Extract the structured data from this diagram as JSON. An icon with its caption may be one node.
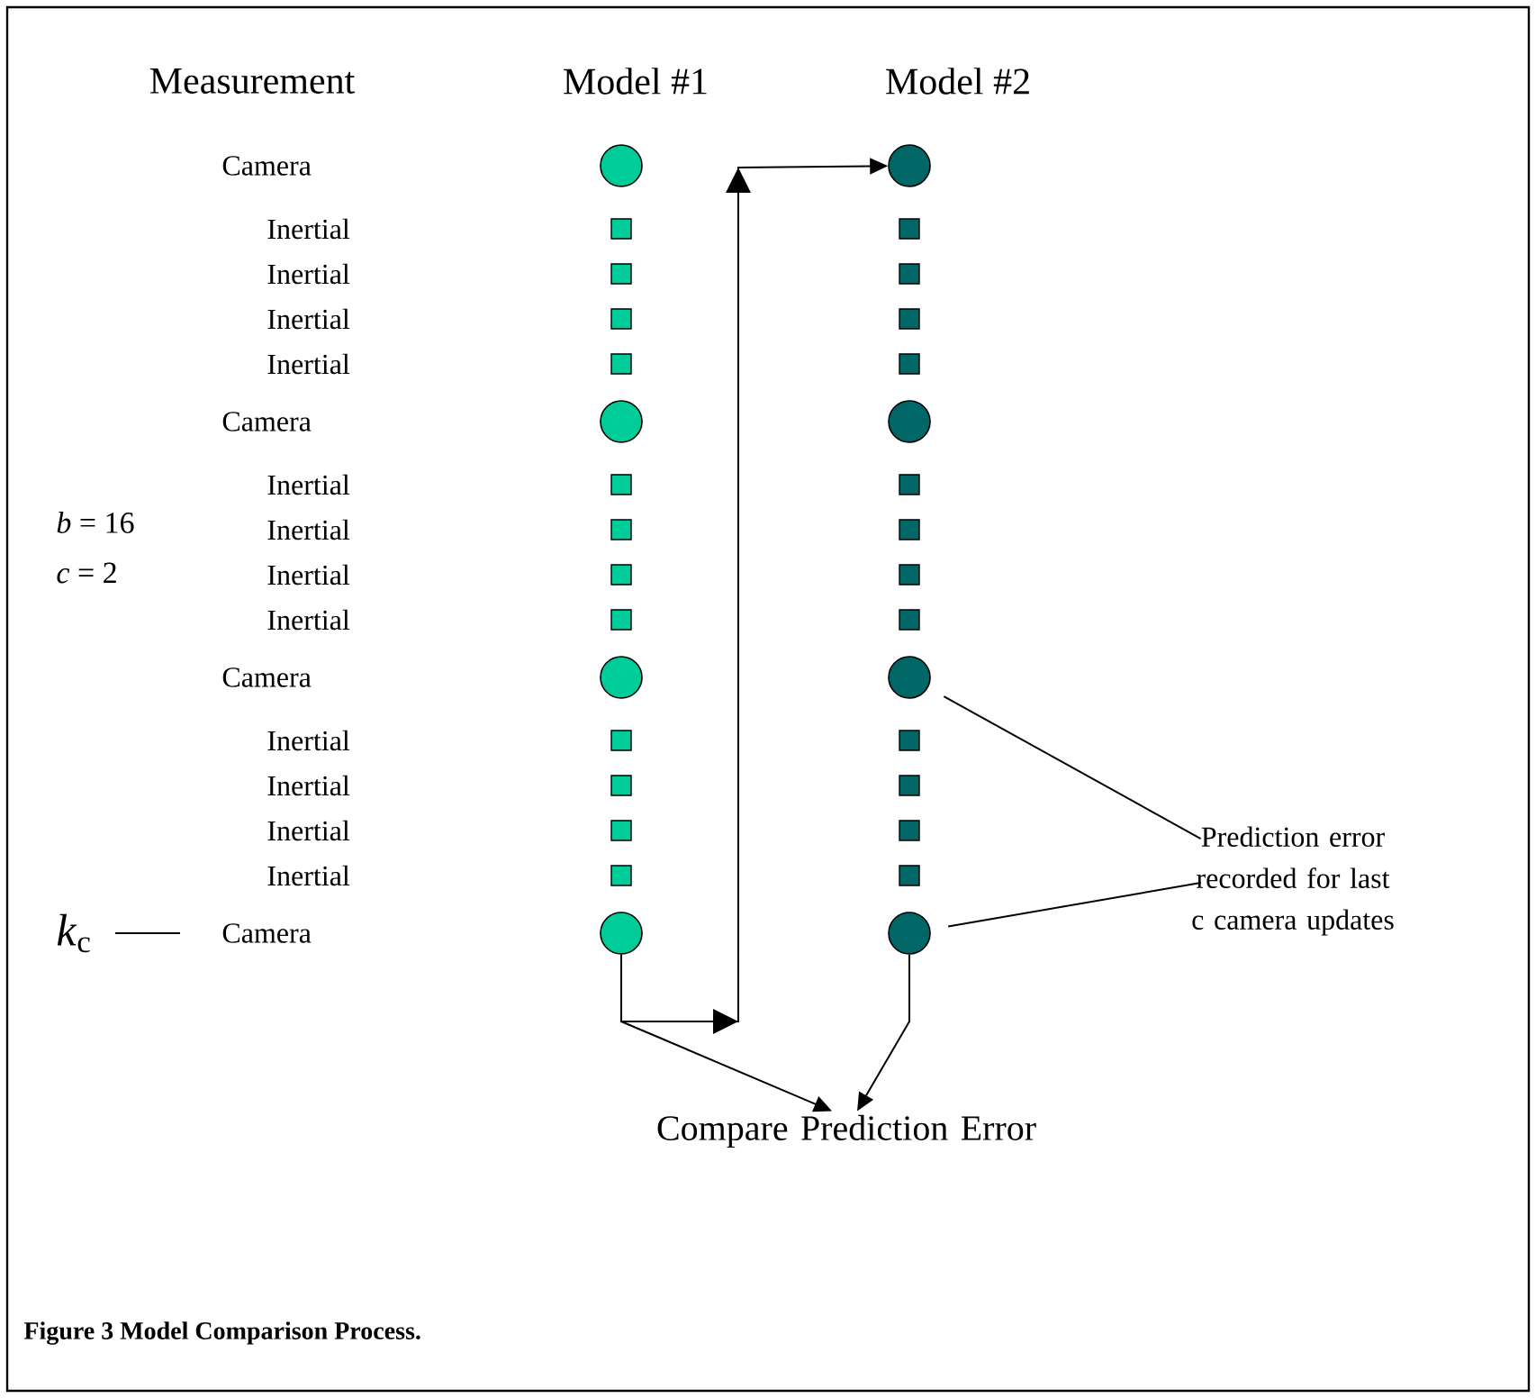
{
  "diagram": {
    "caption": "Figure 3  Model Comparison Process.",
    "nodes": [
      {
        "text": [],
        "shape": "circle"
      },
      {
        "text": [],
        "shape": "box"
      },
      {
        "text": [],
        "shape": "box"
      },
      {
        "text": [],
        "shape": "box"
      },
      {
        "text": [],
        "shape": "box"
      },
      {
        "text": [],
        "shape": "circle"
      },
      {
        "text": [],
        "shape": "box"
      },
      {
        "text": [],
        "shape": "box"
      },
      {
        "text": [],
        "shape": "box"
      },
      {
        "text": [],
        "shape": "box"
      },
      {
        "text": [],
        "shape": "circle"
      },
      {
        "text": [],
        "shape": "box"
      },
      {
        "text": [],
        "shape": "box"
      },
      {
        "text": [],
        "shape": "box"
      },
      {
        "text": [],
        "shape": "box"
      },
      {
        "text": [],
        "shape": "circle"
      },
      {
        "text": [],
        "shape": "circle"
      },
      {
        "text": [],
        "shape": "box"
      },
      {
        "text": [],
        "shape": "box"
      },
      {
        "text": [],
        "shape": "box"
      },
      {
        "text": [],
        "shape": "box"
      },
      {
        "text": [],
        "shape": "circle"
      },
      {
        "text": [],
        "shape": "box"
      },
      {
        "text": [],
        "shape": "box"
      },
      {
        "text": [],
        "shape": "box"
      },
      {
        "text": [],
        "shape": "box"
      },
      {
        "text": [],
        "shape": "circle"
      },
      {
        "text": [],
        "shape": "box"
      },
      {
        "text": [],
        "shape": "box"
      },
      {
        "text": [],
        "shape": "box"
      },
      {
        "text": [],
        "shape": "box"
      },
      {
        "text": [],
        "shape": "circle"
      },
      {
        "text": [
          "Compare Prediction Error"
        ]
      },
      {
        "text": [
          "Prediction error recorded for last c camera updates"
        ]
      }
    ],
    "edges": [
      {
        "from": 15,
        "to": 16,
        "arrow": "to"
      },
      {
        "from": 15,
        "to": 32,
        "arrow": "to"
      },
      {
        "from": 31,
        "to": 32,
        "arrow": "to"
      },
      {
        "from": 33,
        "to": 26,
        "arrow": "none"
      },
      {
        "from": 33,
        "to": 31,
        "arrow": "none"
      }
    ],
    "labels": [
      "Measurement",
      "Model #1",
      "Model #2",
      "Camera",
      "Inertial",
      "Inertial",
      "Inertial",
      "Inertial",
      "Camera",
      "Inertial",
      "Inertial",
      "Inertial",
      "Inertial",
      "Camera",
      "Inertial",
      "Inertial",
      "Inertial",
      "Inertial",
      "Camera",
      "*b* = 16",
      "*c* = 2",
      "*k*$_{c}$"
    ]
  }
}
